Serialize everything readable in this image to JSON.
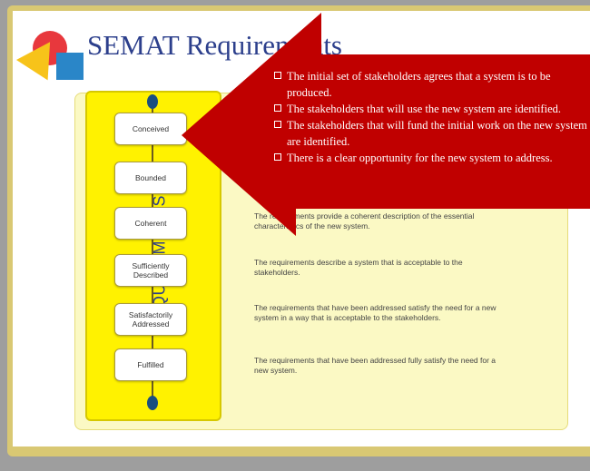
{
  "slide": {
    "title": "SEMAT Requirements",
    "band_label": "REQUIREMENTS",
    "states": [
      {
        "label": "Conceived"
      },
      {
        "label": "Bounded"
      },
      {
        "label": "Coherent"
      },
      {
        "label": "Sufficiently Described"
      },
      {
        "label": "Satisfactorily Addressed"
      },
      {
        "label": "Fulfilled"
      }
    ],
    "descriptions": [
      "The requirements provide a coherent description of the essential characteristics of the new system.",
      "The requirements describe a system that is acceptable to the stakeholders.",
      "The requirements that have been addressed satisfy the need for a new system in a way that is acceptable to the stakeholders.",
      "The requirements that have been addressed fully satisfy the need for a new system."
    ],
    "callout": {
      "bullets": [
        "The initial set of stakeholders agrees that a system is to be produced.",
        "The stakeholders that will use the new system are identified.",
        "The stakeholders that will fund the initial work on the new system are identified.",
        "There is a clear opportunity for the new system to address."
      ]
    }
  },
  "colors": {
    "title": "#2c3f8c",
    "band": "#fff200",
    "callout": "#c00000",
    "panel": "#fbf9c4"
  }
}
